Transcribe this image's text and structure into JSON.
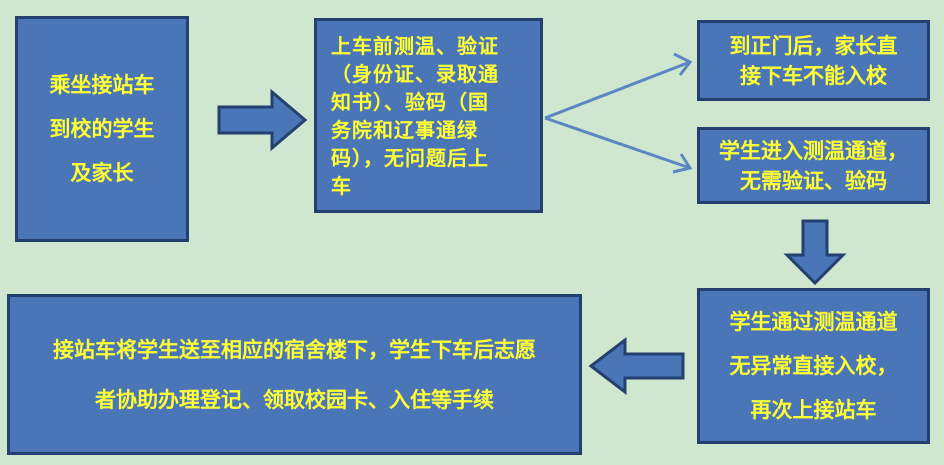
{
  "nodes": {
    "riders": "乘坐接站车\n到校的学生\n及家长",
    "boarding_check": "上车前测温、验证\n（身份证、录取通\n知书）、验码（国\n务院和辽事通绿\n码），无问题后上\n车",
    "parents_stop": "到正门后，家长直\n接下车不能入校",
    "students_enter": "学生进入测温通道，\n无需验证、验码",
    "pass_check": "学生通过测温通道\n无异常直接入校，\n再次上接站车",
    "dorm_dropoff": "接站车将学生送至相应的宿舍楼下，学生下车后志愿\n者协助办理登记、领取校园卡、入住等手续"
  },
  "colors": {
    "background": "#cfe6cf",
    "box_fill": "#4a76b8",
    "box_border": "#24406f",
    "text": "#ffff33",
    "connector": "#5b86c4"
  }
}
